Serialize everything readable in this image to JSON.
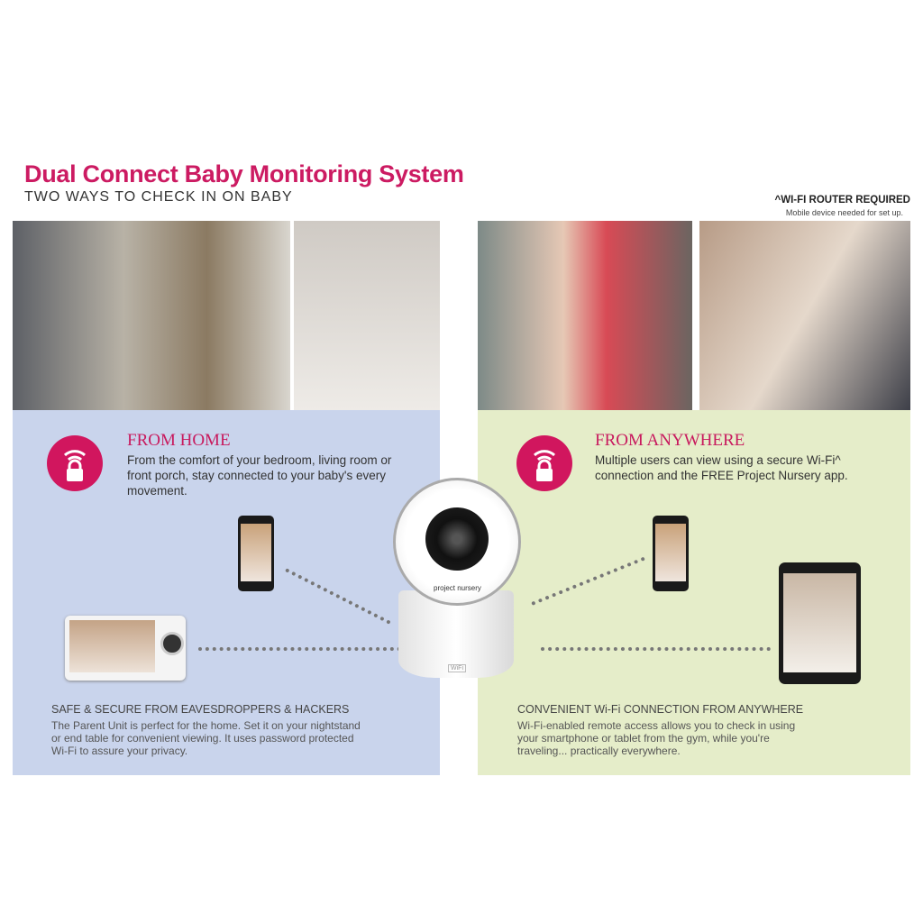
{
  "header": {
    "title": "Dual Connect Baby Monitoring System",
    "subtitle": "TWO WAYS TO CHECK IN ON BABY",
    "router_note": "^WI-FI ROUTER REQUIRED",
    "mobile_note": "Mobile device needed for set up."
  },
  "home": {
    "heading": "FROM HOME",
    "text": "From the comfort of your bedroom, living room or front porch, stay connected to your baby's every movement.",
    "caption": "SAFE & SECURE FROM EAVESDROPPERS & HACKERS",
    "detail": "The Parent Unit is perfect for the home. Set it on your nightstand or end table for convenient viewing. It uses password protected Wi-Fi to assure your privacy."
  },
  "anywhere": {
    "heading": "FROM ANYWHERE",
    "text": "Multiple users can view using a secure Wi-Fi^ connection and the FREE Project Nursery app.",
    "caption": "CONVENIENT Wi-Fi CONNECTION FROM ANYWHERE",
    "detail": "Wi-Fi-enabled remote access allows you to check in using your smartphone or tablet from the gym, while you're traveling... practically everywhere."
  },
  "camera": {
    "brand": "project nursery",
    "badge": "WiFi"
  },
  "colors": {
    "accent": "#cc1b62",
    "home_panel": "#c9d4ec",
    "anywhere_panel": "#e5edc9"
  }
}
